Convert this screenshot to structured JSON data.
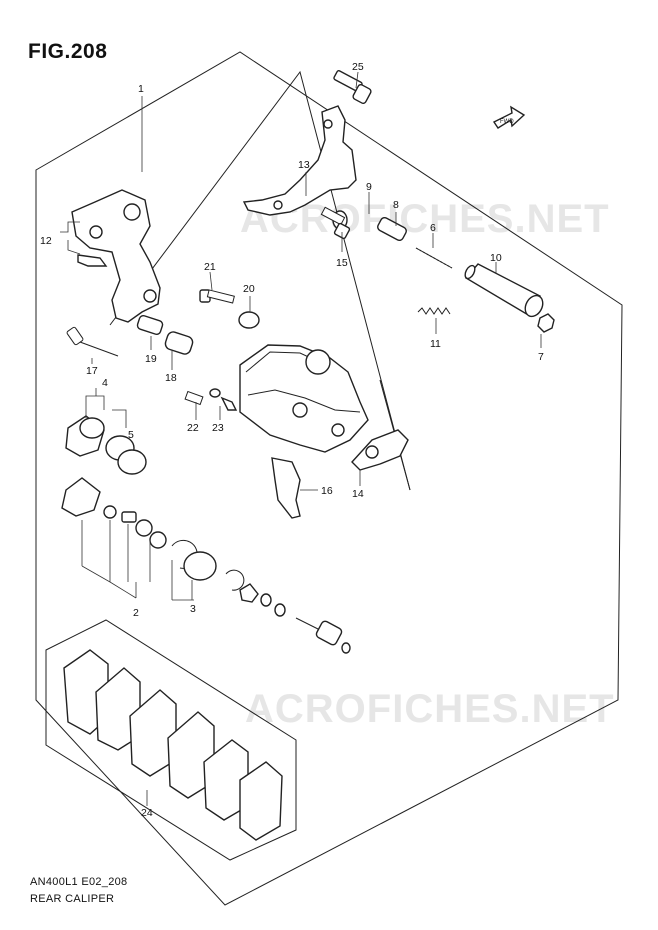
{
  "figure": {
    "title": "FIG.208",
    "code": "AN400L1 E02_208",
    "name": "REAR CALIPER",
    "watermark_top": "ACROFICHES.NET",
    "watermark_bottom": "ACROFICHES.NET",
    "fwd_label": "FWD"
  },
  "callouts": {
    "c1": "1",
    "c2": "2",
    "c3": "3",
    "c4": "4",
    "c5": "5",
    "c6": "6",
    "c7": "7",
    "c9": "9",
    "c10": "10",
    "c11": "11",
    "c12": "12",
    "c13": "13",
    "c14": "14",
    "c15": "15",
    "c16": "16",
    "c17": "17",
    "c18": "18",
    "c19": "19",
    "c20": "20",
    "c21": "21",
    "c22": "22",
    "c23": "23",
    "c24": "24",
    "c25": "25",
    "c8": "8"
  }
}
